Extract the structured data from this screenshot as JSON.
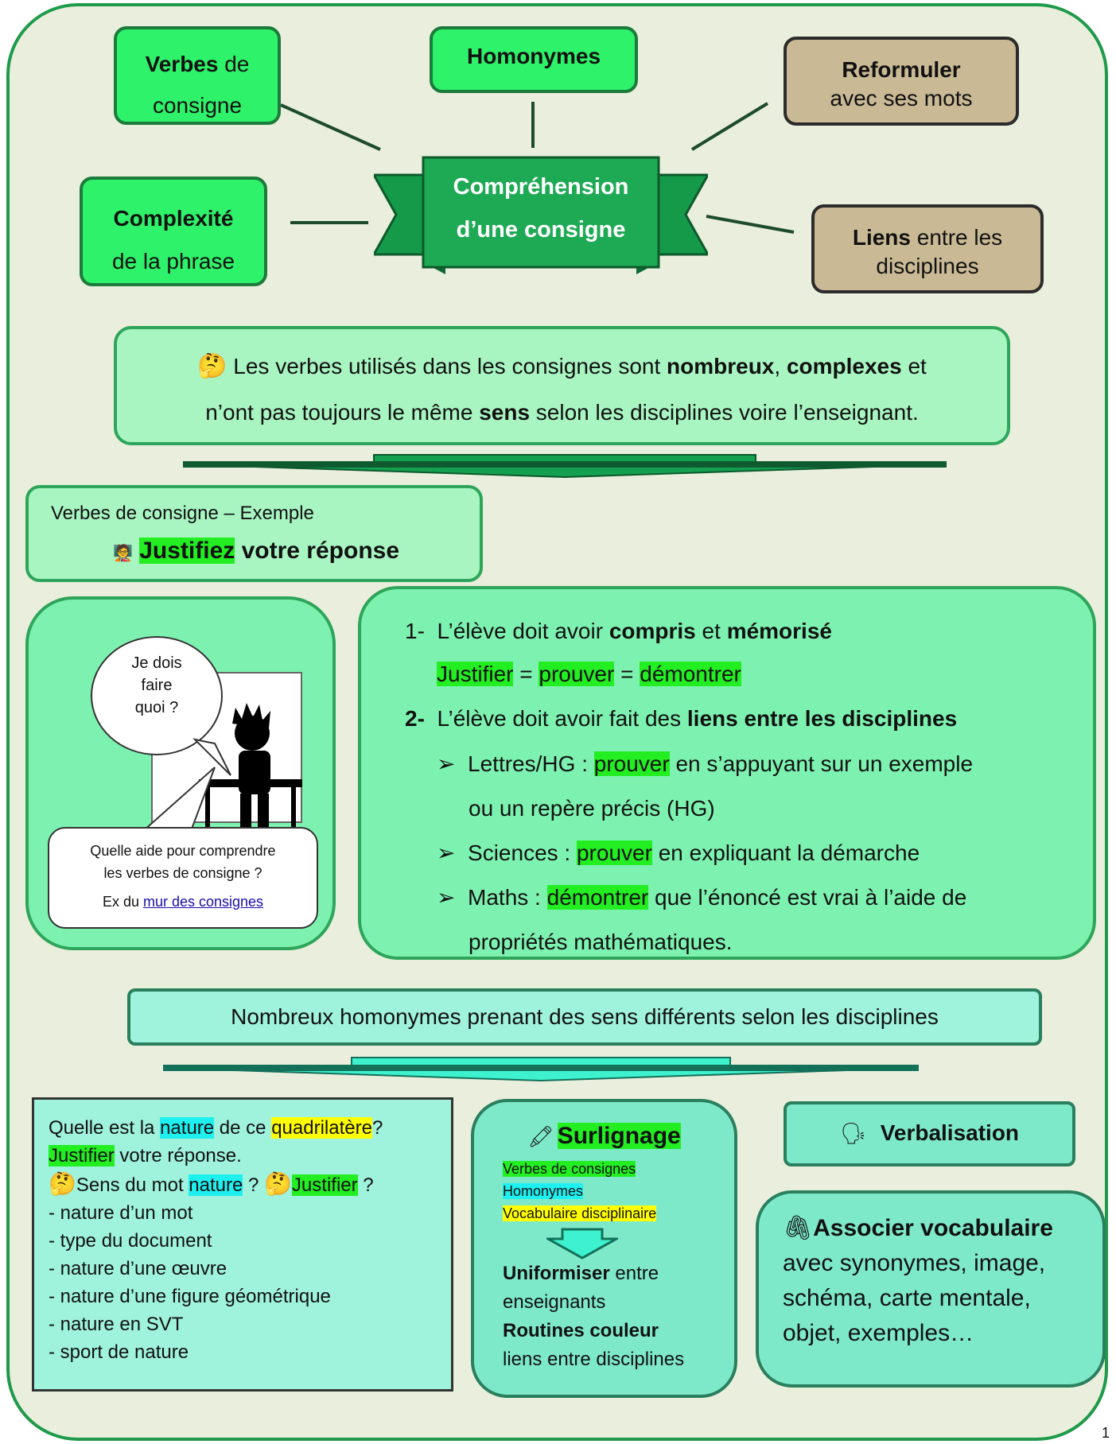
{
  "map": {
    "center": {
      "line1": "Compréhension",
      "line2": "d’une consigne"
    },
    "verbes": {
      "bold": "Verbes",
      "rest": " de",
      "line2": "consigne"
    },
    "homonymes": "Homonymes",
    "reformuler": {
      "bold": "Reformuler",
      "line2": "avec ses mots"
    },
    "complexite": {
      "bold": "Complexité",
      "line2": "de la phrase"
    },
    "liens": {
      "bold": "Liens",
      "rest": " entre les",
      "line2": "disciplines"
    }
  },
  "intro": {
    "t1": " Les verbes utilisés dans les consignes sont ",
    "b1": "nombreux",
    "t2": ", ",
    "b2": "complexes",
    "t3": " et",
    "t4": "n’ont pas toujours le même ",
    "b3": "sens",
    "t5": " selon les disciplines voire l’enseignant."
  },
  "exemple": {
    "title": "Verbes de consigne – Exemple",
    "verb": "Justifiez",
    "rest": " votre réponse"
  },
  "bubble": {
    "question": [
      "Je dois",
      "faire",
      "quoi ?"
    ],
    "aide1": "Quelle aide pour comprendre",
    "aide2": "les verbes de consigne ?",
    "ex": "Ex du ",
    "link": "mur des consignes"
  },
  "points": {
    "p1_num": "1-",
    "p1_a": "L’élève doit avoir ",
    "p1_b1": "compris",
    "p1_c": " et ",
    "p1_b2": "mémorisé",
    "eq": [
      "Justifier",
      " = ",
      "prouver",
      " = ",
      "démontrer"
    ],
    "p2_num": "2-",
    "p2_a": "L’élève doit avoir fait des ",
    "p2_b": "liens entre les disciplines",
    "items": [
      {
        "pre": "Lettres/HG : ",
        "hl": "prouver",
        "post": " en s’appuyant sur un exemple",
        "line2": "ou un repère précis (HG)"
      },
      {
        "pre": "Sciences : ",
        "hl": "prouver",
        "post": " en expliquant la démarche",
        "line2": ""
      },
      {
        "pre": "Maths : ",
        "hl": "démontrer",
        "post": " que l’énoncé est vrai à l’aide de",
        "line2": "propriétés mathématiques."
      }
    ]
  },
  "homonymes_banner": "Nombreux homonymes prenant des sens différents selon les disciplines",
  "quadri": {
    "q1": "Quelle est la ",
    "nature": "nature",
    "q2": " de ce ",
    "quadrilatere": "quadrilatère",
    "q3": "?",
    "justifier": "Justifier",
    "q4": " votre réponse.",
    "sens": "Sens du mot ",
    "q5": " ? ",
    "q6": " ?",
    "list": [
      "- nature d’un mot",
      "- type du document",
      "- nature d’une œuvre",
      "- nature d’une figure géométrique",
      "- nature en SVT",
      "- sport de nature"
    ]
  },
  "surlignage": {
    "title": "Surlignage",
    "legend": [
      "Verbes de consignes",
      "Homonymes",
      "Vocabulaire disciplinaire"
    ],
    "b1": "Uniformiser",
    "t1": " entre",
    "t2": "enseignants",
    "b2": "Routines couleur",
    "t3": "liens entre disciplines"
  },
  "verbalisation": "Verbalisation",
  "associer": {
    "bold": "Associer vocabulaire",
    "lines": [
      "avec synonymes, image,",
      "schéma, carte mentale,",
      "objet, exemples…"
    ]
  },
  "page_number": "1"
}
